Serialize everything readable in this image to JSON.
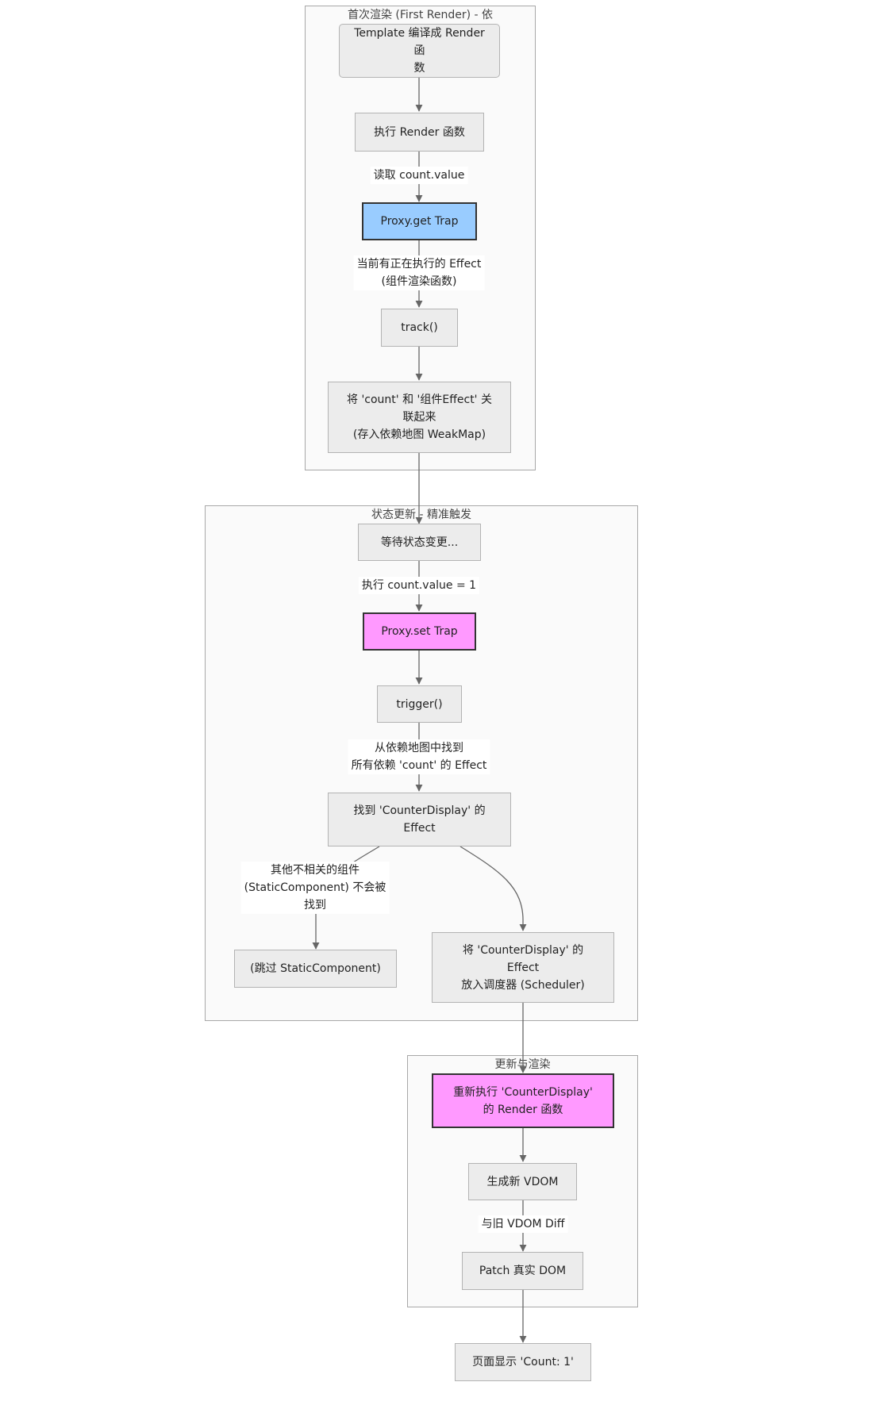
{
  "clusters": {
    "first_render": {
      "title": "首次渲染 (First Render) - 依"
    },
    "state_update": {
      "title": "状态更新 - 精准触发"
    },
    "update_render": {
      "title": "更新与渲染"
    }
  },
  "nodes": {
    "compile": "Template 编译成 Render 函\n数",
    "exec_render": "执行 Render 函数",
    "proxy_get": "Proxy.get Trap",
    "track": "track()",
    "link": "将 'count' 和 '组件Effect' 关\n联起来\n(存入依赖地图 WeakMap)",
    "wait": "等待状态变更...",
    "proxy_set": "Proxy.set Trap",
    "trigger": "trigger()",
    "find_effect": "找到 'CounterDisplay' 的\nEffect",
    "skip_static": "(跳过 StaticComponent)",
    "schedule": "将 'CounterDisplay' 的\nEffect\n放入调度器 (Scheduler)",
    "rerun": "重新执行 'CounterDisplay'\n的 Render 函数",
    "new_vdom": "生成新 VDOM",
    "patch": "Patch 真实 DOM",
    "page_show": "页面显示 'Count: 1'"
  },
  "edge_labels": {
    "read_count": "读取 count.value",
    "current_effect": "当前有正在执行的 Effect\n(组件渲染函数)",
    "set_count": "执行 count.value = 1",
    "find_deps": "从依赖地图中找到\n所有依赖 'count' 的 Effect",
    "others_not_found": "其他不相关的组件\n(StaticComponent) 不会被\n找到",
    "diff": "与旧 VDOM Diff"
  },
  "colors": {
    "node_fill": "#ececec",
    "get_trap_fill": "#99ccff",
    "set_trap_fill": "#ff99ff",
    "edge": "#666666"
  }
}
